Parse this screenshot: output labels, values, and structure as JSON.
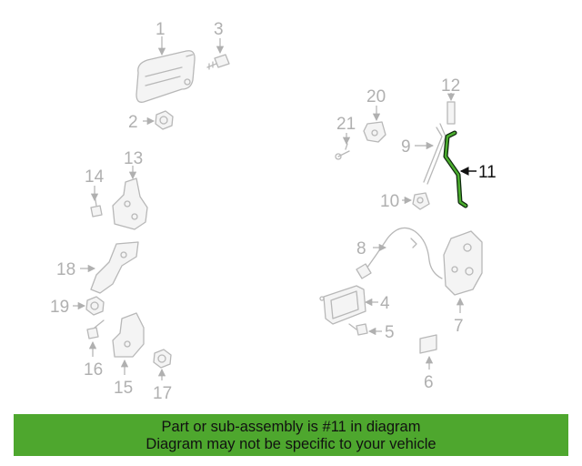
{
  "diagram": {
    "callouts": {
      "c1": "1",
      "c2": "2",
      "c3": "3",
      "c4": "4",
      "c5": "5",
      "c6": "6",
      "c7": "7",
      "c8": "8",
      "c9": "9",
      "c10": "10",
      "c11": "11",
      "c12": "12",
      "c13": "13",
      "c14": "14",
      "c15": "15",
      "c16": "16",
      "c17": "17",
      "c18": "18",
      "c19": "19",
      "c20": "20",
      "c21": "21"
    },
    "highlighted_part": "11",
    "highlight_color": "#4caf2e",
    "part_line_color": "#b8b8b8"
  },
  "banner": {
    "line1": "Part or sub-assembly is #11 in diagram",
    "line2": "Diagram may not be specific to your vehicle",
    "background": "#4ea72e"
  }
}
